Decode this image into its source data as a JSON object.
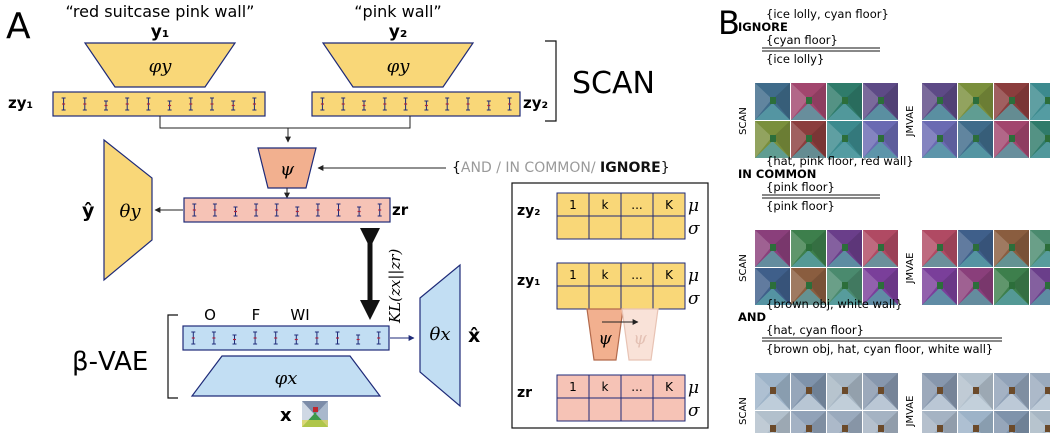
{
  "panel_a": {
    "label": "A",
    "y1_caption": "“red suitcase pink wall”",
    "y2_caption": "“pink wall”",
    "y1": "y₁",
    "y2": "y₂",
    "phi_y": "φy",
    "z_y1": "zy₁",
    "z_y2": "zy₂",
    "scan": "SCAN",
    "psi": "ψ",
    "op_open": "{",
    "op_text": "AND / IN COMMON/ ",
    "op_ignore": "IGNORE",
    "op_close": "}",
    "theta_y": "θy",
    "y_hat": "ŷ",
    "z_r": "zr",
    "kl": "KL(zx||zr)",
    "ofwi": [
      "O",
      "F",
      "WI"
    ],
    "beta_vae": "β-VAE",
    "phi_x": "φx",
    "x": "x",
    "theta_x": "θx",
    "x_hat": "x̂",
    "inset": {
      "rows": [
        {
          "label": "zy₂",
          "cells": [
            "1",
            "k",
            "...",
            "K"
          ]
        },
        {
          "label": "zy₁",
          "cells": [
            "1",
            "k",
            "...",
            "K"
          ]
        },
        {
          "label": "zr",
          "cells": [
            "1",
            "k",
            "...",
            "K"
          ]
        }
      ],
      "mu": "μ",
      "sigma": "σ",
      "psi": "ψ"
    }
  },
  "panel_b": {
    "label": "B",
    "side_scan": "SCAN",
    "side_jmvae": "JMVAE",
    "groups": [
      {
        "input1": "{ice lolly, cyan floor}",
        "op": "IGNORE",
        "input2": "{cyan floor}",
        "result": "{ice lolly}"
      },
      {
        "input1": "{hat, pink floor, red wall}",
        "op": "IN COMMON",
        "input2": "{pink floor}",
        "result": "{pink floor}"
      },
      {
        "input1": "{brown obj, white wall}",
        "op": "AND",
        "input2": "{hat, cyan floor}",
        "result": "{brown obj, hat, cyan floor, white wall}"
      }
    ]
  },
  "colors": {
    "yellow": "#f9d778",
    "pink": "#f6c3b6",
    "blue": "#c2def3",
    "psi_fill": "#f2b08f",
    "navy": "#1e2a78",
    "tick_red": "#b0243a",
    "grey_text": "#9a9a9a"
  }
}
